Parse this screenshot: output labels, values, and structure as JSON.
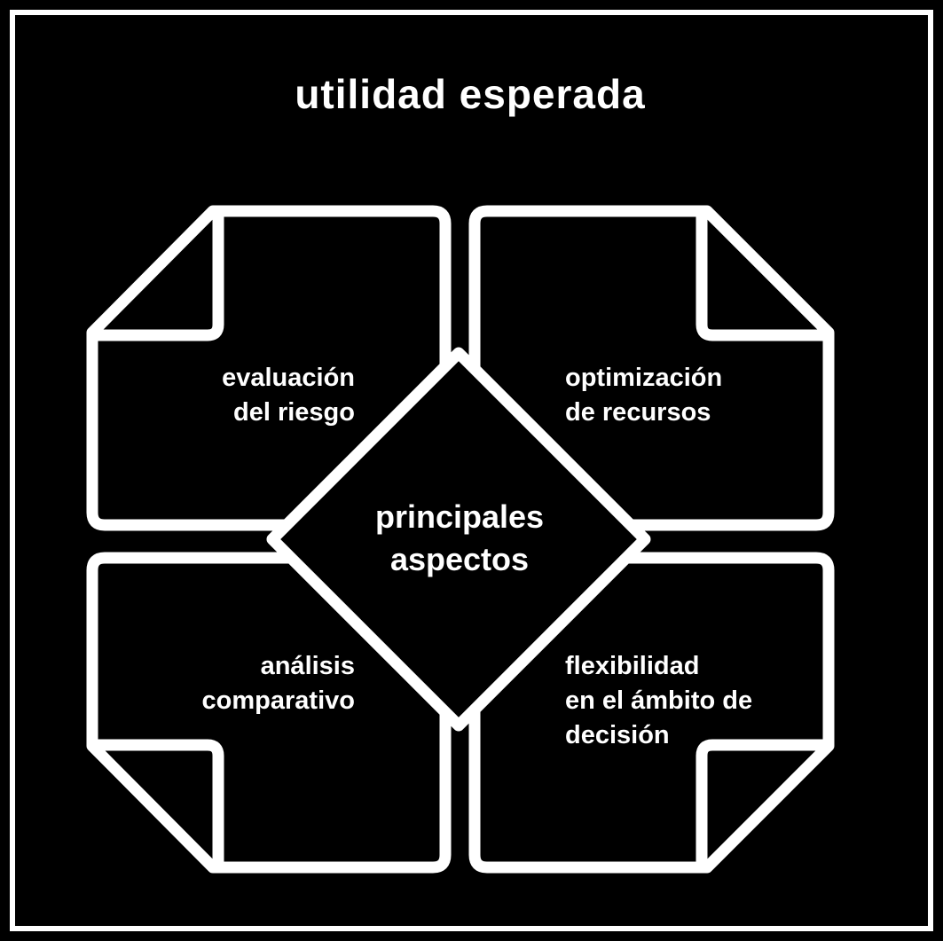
{
  "title": "utilidad esperada",
  "center": {
    "line1": "principales",
    "line2": "aspectos"
  },
  "quadrants": [
    {
      "line1": "evaluación",
      "line2": "del riesgo"
    },
    {
      "line1": "optimización",
      "line2": "de recursos"
    },
    {
      "line1": "análisis",
      "line2": "comparativo"
    },
    {
      "line1": "flexibilidad",
      "line2": "en el ámbito de",
      "line3": "decisión"
    }
  ],
  "colors": {
    "background": "#000000",
    "foreground": "#ffffff"
  }
}
